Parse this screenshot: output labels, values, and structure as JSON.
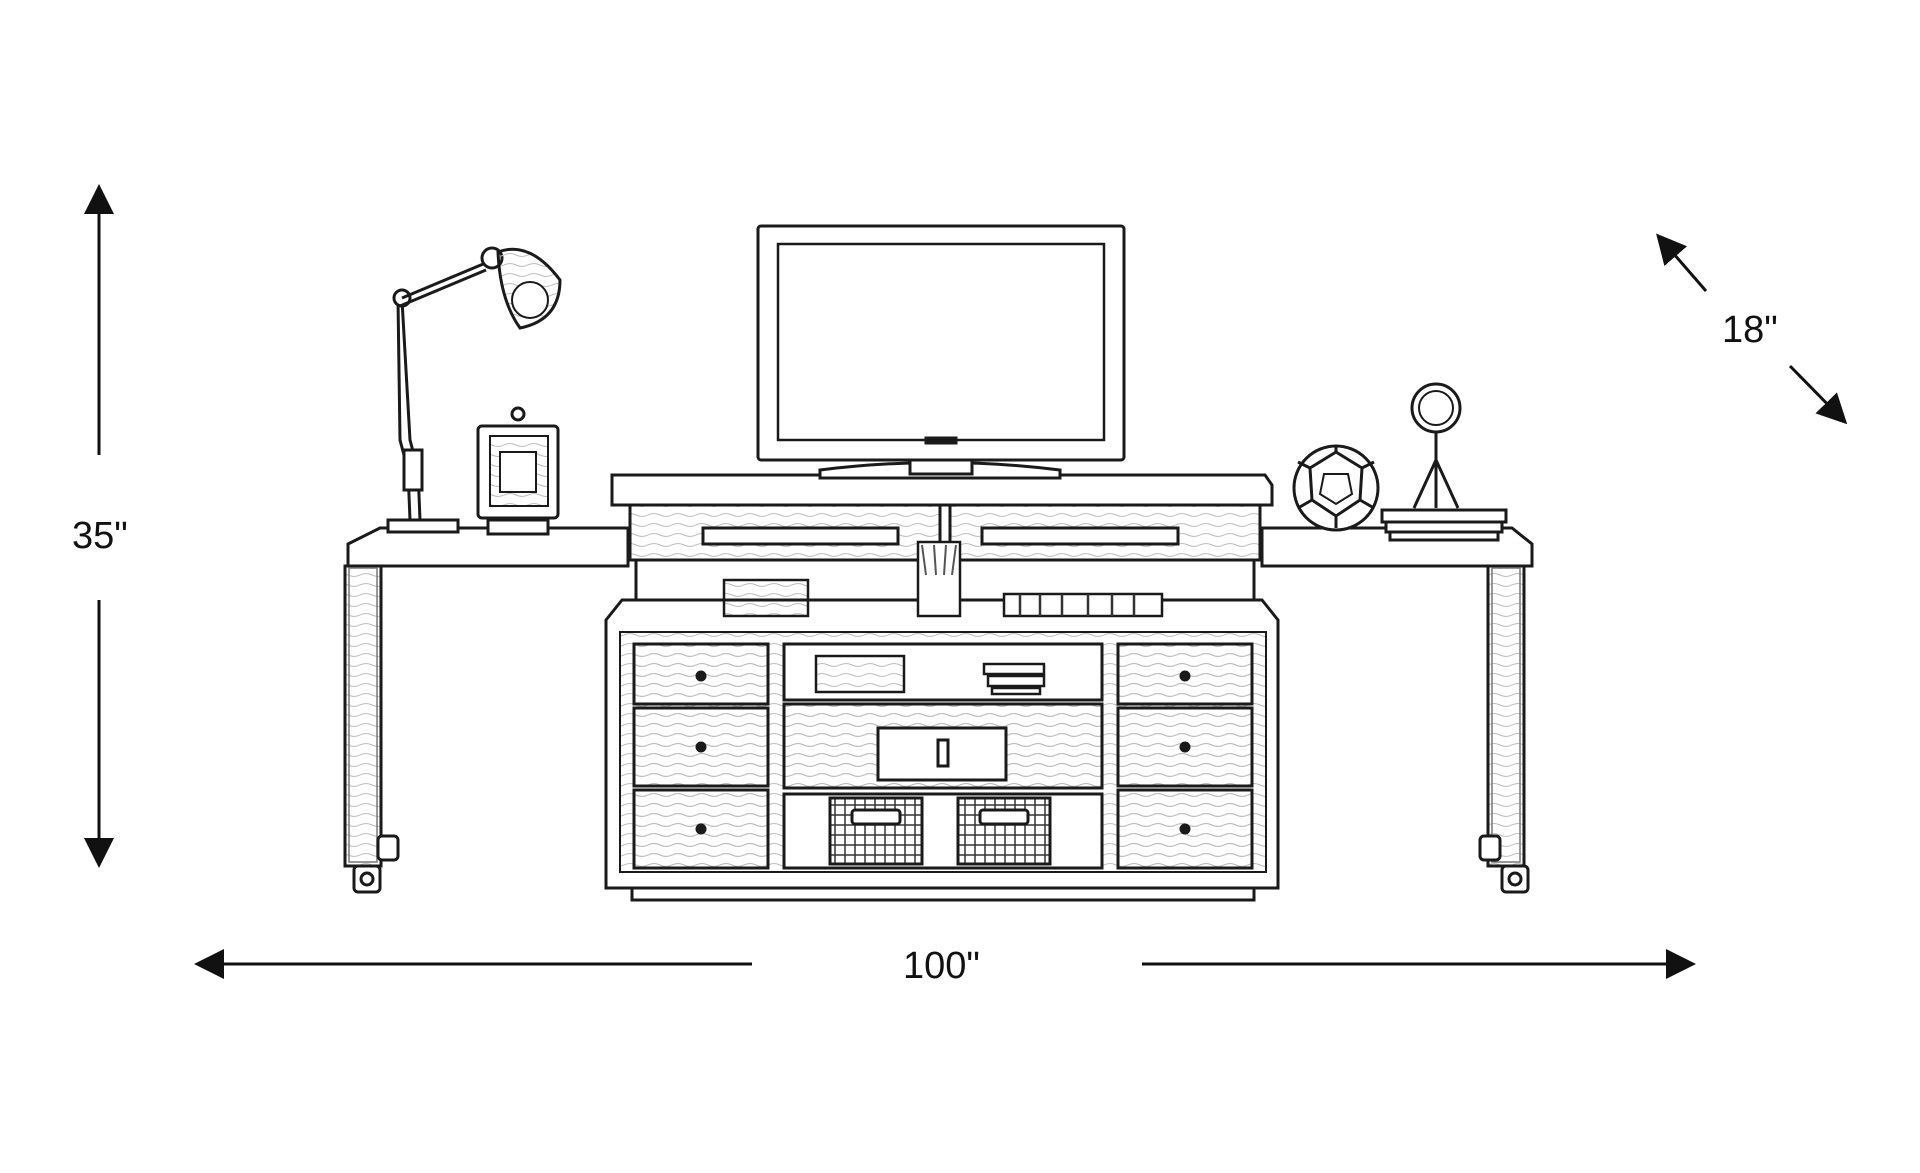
{
  "dimensions": {
    "height": "35\"",
    "depth": "18\"",
    "width": "100\""
  },
  "colors": {
    "ink": "#1a1a1a",
    "wood_line": "#6b6b6b",
    "screen": "#ffffff",
    "background": "#ffffff"
  },
  "icons": {
    "lamp": "desk-lamp-icon",
    "clock": "clock-icon",
    "tv": "television-icon",
    "sphere": "geodesic-sphere-icon",
    "mirror": "tabletop-mirror-icon"
  }
}
